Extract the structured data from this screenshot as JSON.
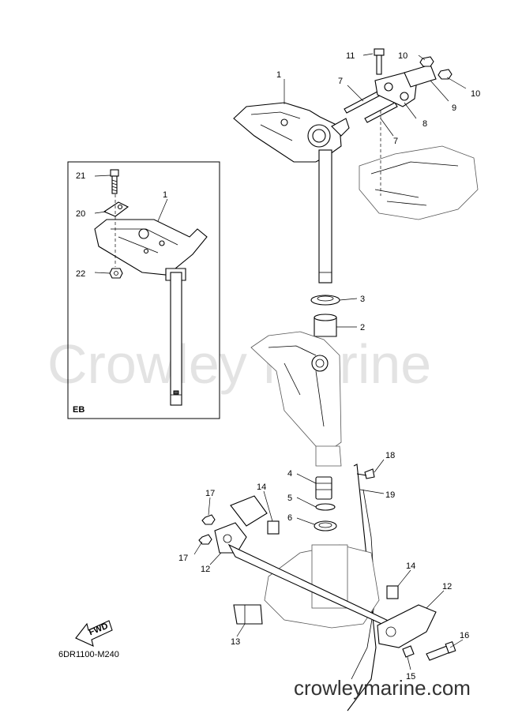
{
  "watermark": "Crowley Marine",
  "site_text": "crowleymarine.com",
  "diagram_code": "6DR1100-M240",
  "inset_label": "EB",
  "fwd_label": "FWD",
  "callouts": [
    {
      "id": "c1a",
      "text": "1"
    },
    {
      "id": "c1b",
      "text": "1"
    },
    {
      "id": "c2",
      "text": "2"
    },
    {
      "id": "c3",
      "text": "3"
    },
    {
      "id": "c4",
      "text": "4"
    },
    {
      "id": "c5",
      "text": "5"
    },
    {
      "id": "c6",
      "text": "6"
    },
    {
      "id": "c7a",
      "text": "7"
    },
    {
      "id": "c7b",
      "text": "7"
    },
    {
      "id": "c8",
      "text": "8"
    },
    {
      "id": "c9",
      "text": "9"
    },
    {
      "id": "c10a",
      "text": "10"
    },
    {
      "id": "c10b",
      "text": "10"
    },
    {
      "id": "c11",
      "text": "11"
    },
    {
      "id": "c12a",
      "text": "12"
    },
    {
      "id": "c12b",
      "text": "12"
    },
    {
      "id": "c13",
      "text": "13"
    },
    {
      "id": "c14a",
      "text": "14"
    },
    {
      "id": "c14b",
      "text": "14"
    },
    {
      "id": "c15",
      "text": "15"
    },
    {
      "id": "c16",
      "text": "16"
    },
    {
      "id": "c17a",
      "text": "17"
    },
    {
      "id": "c17b",
      "text": "17"
    },
    {
      "id": "c18",
      "text": "18"
    },
    {
      "id": "c19",
      "text": "19"
    },
    {
      "id": "c20",
      "text": "20"
    },
    {
      "id": "c21",
      "text": "21"
    },
    {
      "id": "c22",
      "text": "22"
    }
  ]
}
